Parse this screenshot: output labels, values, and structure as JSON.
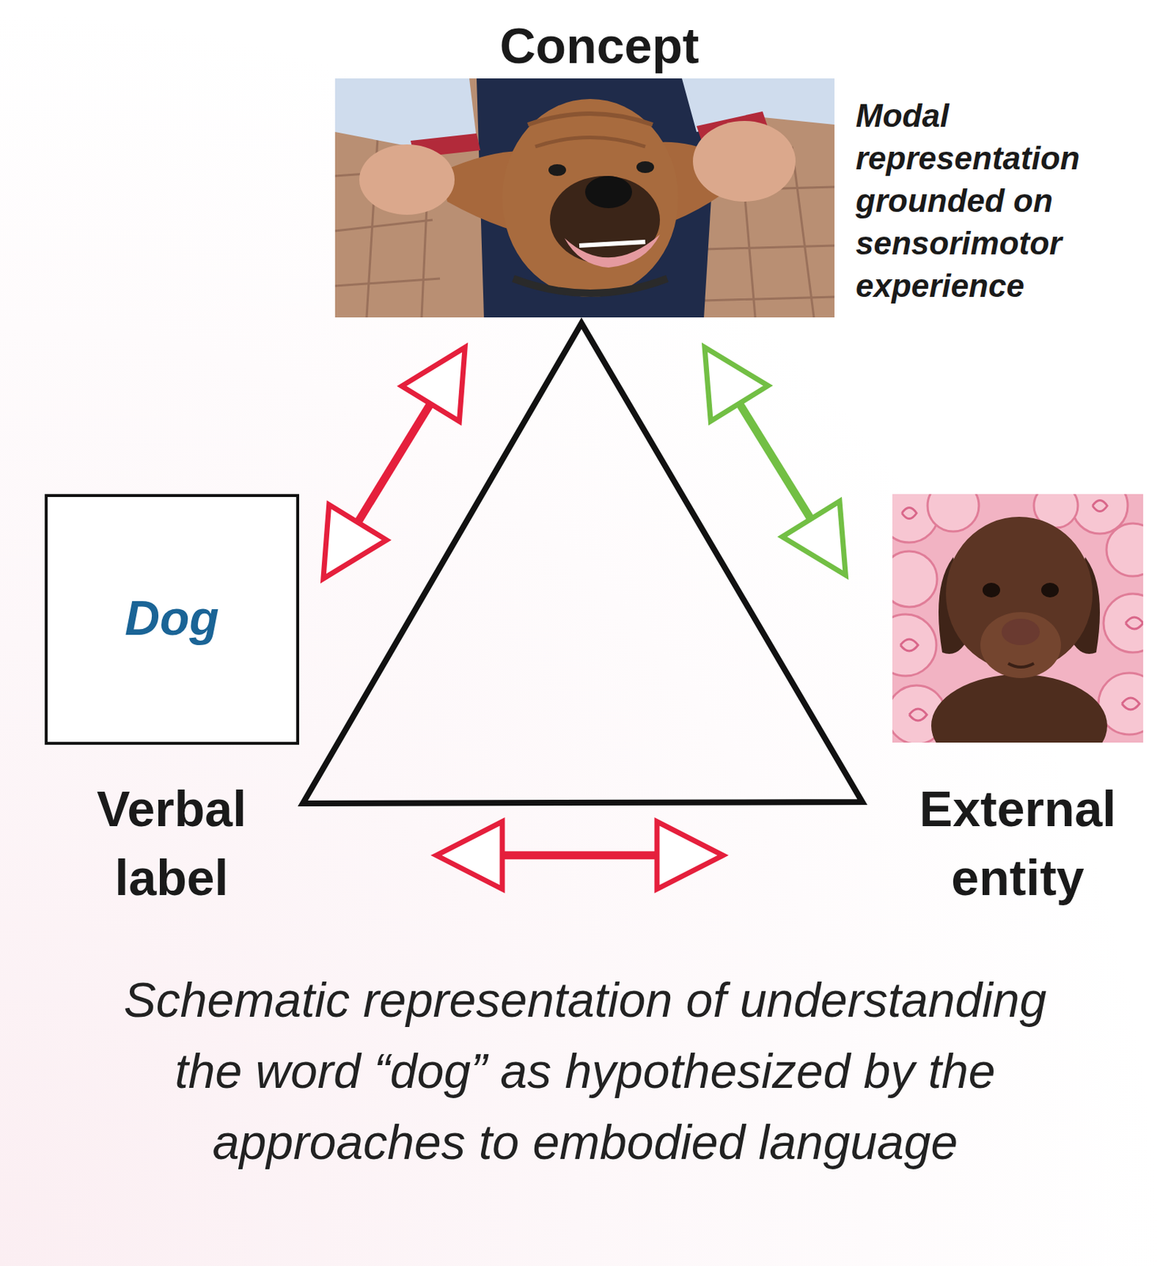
{
  "diagram": {
    "caption": "Schematic representation of understanding the word “dog” as hypothesized by the approaches to embodied language",
    "nodes": [
      {
        "text": [
          "Concept",
          "Modal representation grounded on sensorimotor experience"
        ]
      },
      {
        "text": [
          "Dog",
          "Verbal label"
        ]
      },
      {
        "text": [
          "External entity"
        ]
      }
    ],
    "edges": [
      {
        "from": 0,
        "to": 1,
        "arrow": "both"
      },
      {
        "from": 0,
        "to": 2,
        "arrow": "both"
      },
      {
        "from": 1,
        "to": 2,
        "arrow": "both"
      }
    ]
  }
}
